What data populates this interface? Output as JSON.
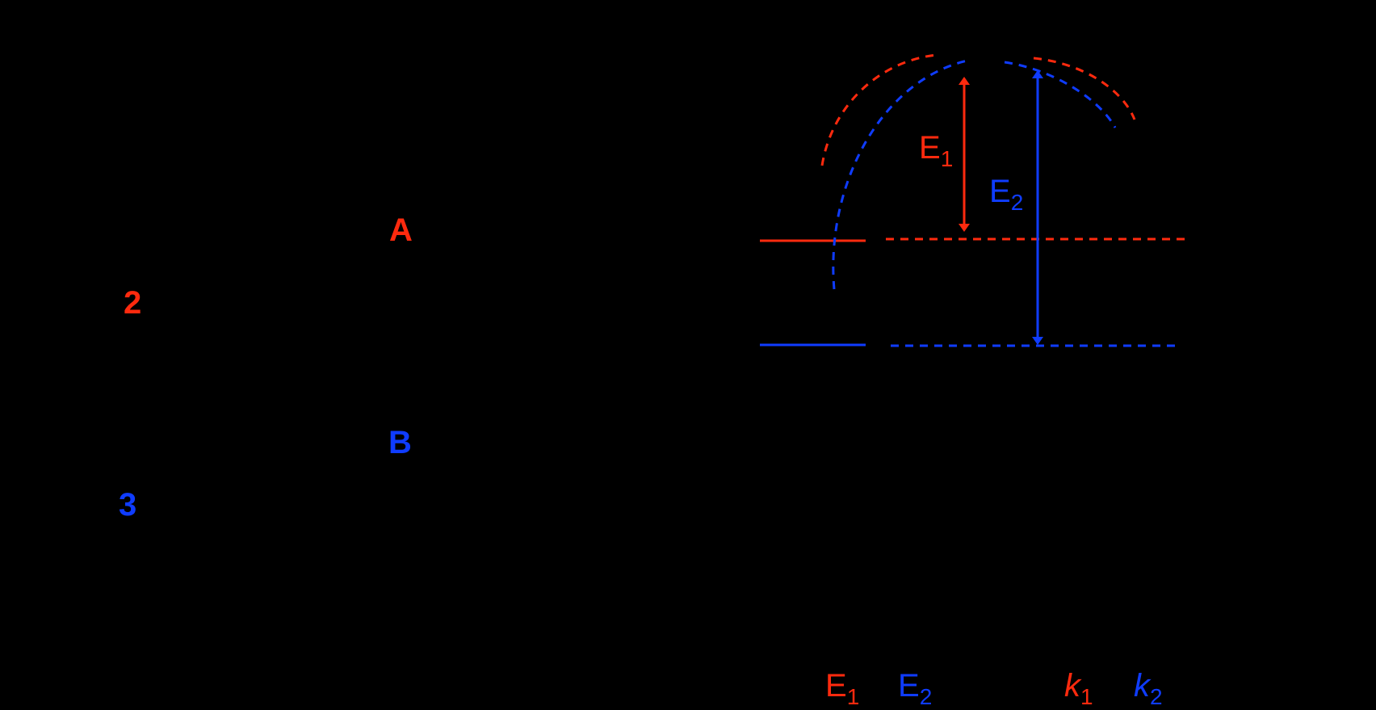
{
  "colors": {
    "background": "#000000",
    "red": "#ff2a0e",
    "blue": "#0f3cff"
  },
  "labels": {
    "compound_2": "2",
    "compound_3": "3",
    "species_a": "A",
    "species_b": "B"
  },
  "energy_labels": {
    "e1_main": "E",
    "e1_sub": "1",
    "e2_main": "E",
    "e2_sub": "2"
  },
  "bottom_relation": {
    "e1_main": "E",
    "e1_sub": "1",
    "e2_main": "E",
    "e2_sub": "2",
    "k1_main": "k",
    "k1_sub": "1",
    "k2_main": "k",
    "k2_sub": "2"
  }
}
